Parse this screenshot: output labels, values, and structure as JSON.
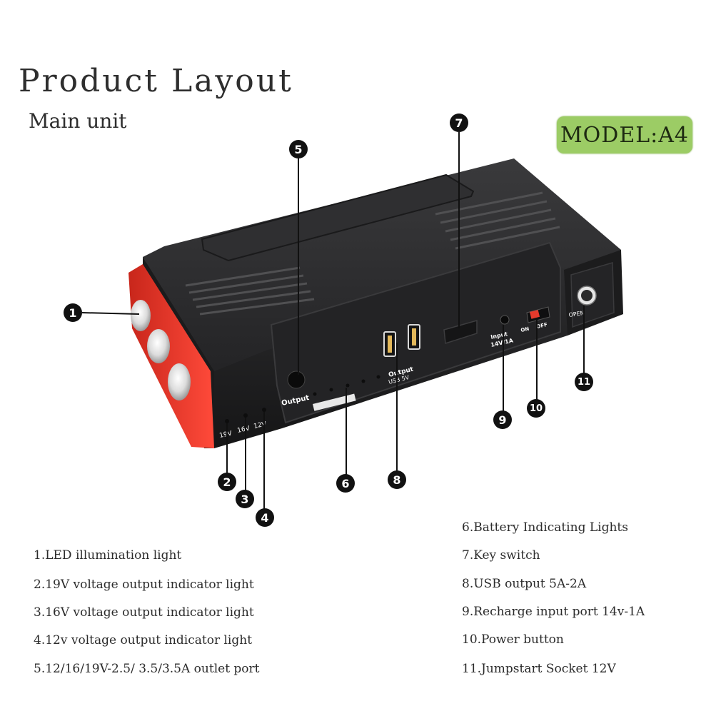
{
  "header": {
    "title": "Product Layout",
    "subtitle": "Main unit",
    "model": "MODEL:A4"
  },
  "device_labels": {
    "output_jack": "Output",
    "usb_output": "Output",
    "usb_rating": "USB 5V",
    "input_label": "Input",
    "input_rating": "14V/1A",
    "on_label": "ON",
    "off_label": "OFF",
    "open_label": "OPEN",
    "v19": "19V",
    "v16": "16V",
    "v12": "12V"
  },
  "callouts": [
    "1",
    "2",
    "3",
    "4",
    "5",
    "6",
    "7",
    "8",
    "9",
    "10",
    "11"
  ],
  "specs_left": [
    "1.LED illumination light",
    "2.19V voltage output indicator light",
    "3.16V voltage output indicator light",
    "4.12v voltage output indicator light",
    "5.12/16/19V-2.5/ 3.5/3.5A outlet port"
  ],
  "specs_right": [
    "6.Battery Indicating Lights",
    "7.Key switch",
    "8.USB output 5A-2A",
    "9.Recharge input port 14v-1A",
    "10.Power button",
    "11.Jumpstart Socket 12V"
  ],
  "colors": {
    "badge": "#9ccc65",
    "device_body": "#2a2a2c",
    "device_red": "#e53a2c"
  }
}
